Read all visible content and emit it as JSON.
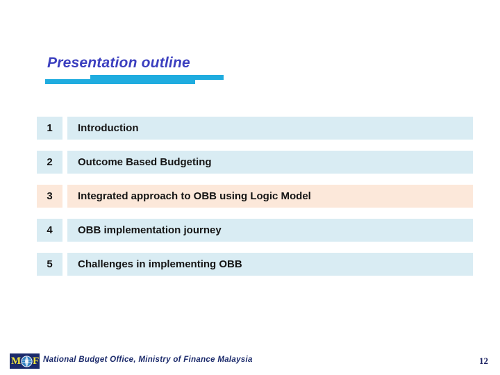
{
  "slide": {
    "title": "Presentation outline",
    "title_color": "#3b3fbf",
    "accent_color": "#1facdf",
    "background_color": "#ffffff",
    "row_color_blue": "#d9ecf3",
    "row_color_peach": "#fce8da"
  },
  "outline": {
    "rows": [
      {
        "num": "1",
        "label": "Introduction",
        "tone": "blue"
      },
      {
        "num": "2",
        "label": "Outcome Based Budgeting",
        "tone": "blue"
      },
      {
        "num": "3",
        "label": "Integrated approach to OBB using Logic Model",
        "tone": "peach"
      },
      {
        "num": "4",
        "label": "OBB implementation journey",
        "tone": "blue"
      },
      {
        "num": "5",
        "label": "Challenges in implementing OBB",
        "tone": "blue"
      }
    ]
  },
  "footer": {
    "logo": {
      "letter_left": "M",
      "letter_right": "F",
      "emblem_name": "globe-emblem",
      "box_color": "#1b2a6b",
      "letter_color": "#f2e63c"
    },
    "organization": "National Budget Office, Ministry of Finance Malaysia",
    "page_number": "12"
  }
}
